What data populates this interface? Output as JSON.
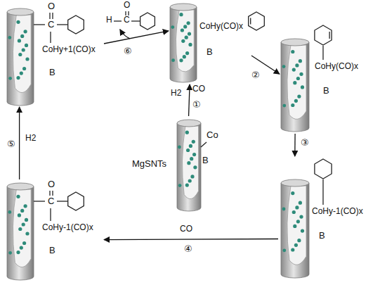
{
  "diagram": {
    "nodes": [
      {
        "text": [
          "Co",
          "B"
        ]
      },
      {
        "text": [
          "CoHy(CO)x",
          "B"
        ]
      },
      {
        "text": [
          "CoHy(CO)x",
          "B"
        ]
      },
      {
        "text": [
          "CoHy-1(CO)x",
          "B"
        ]
      },
      {
        "text": [
          "O",
          "C",
          "CoHy-1(CO)x",
          "B"
        ]
      },
      {
        "text": [
          "O",
          "C",
          "CoHy+1(CO)x",
          "B"
        ]
      }
    ],
    "edges": [
      {
        "from": 0,
        "to": 1,
        "arrow": "to",
        "label": "①"
      },
      {
        "from": 1,
        "to": 2,
        "arrow": "to",
        "label": "②"
      },
      {
        "from": 2,
        "to": 3,
        "arrow": "to",
        "label": "③"
      },
      {
        "from": 3,
        "to": 4,
        "arrow": "to",
        "label": "④"
      },
      {
        "from": 4,
        "to": 5,
        "arrow": "to",
        "label": "⑤"
      },
      {
        "from": 5,
        "to": 1,
        "arrow": "to",
        "label": "⑥"
      }
    ],
    "labels": [
      "MgSNTs",
      "H2",
      "CO",
      "CO",
      "H2",
      "H",
      "C",
      "O"
    ]
  }
}
